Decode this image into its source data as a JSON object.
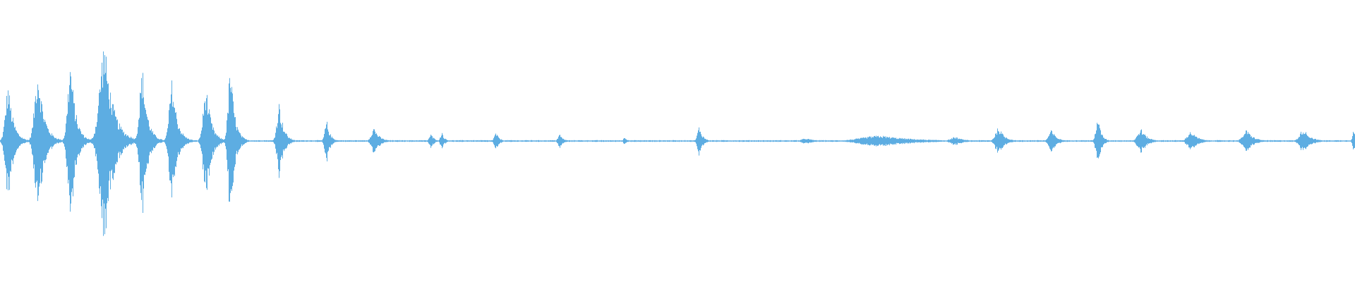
{
  "waveform": {
    "color": "#5dade2",
    "background": "#ffffff",
    "bursts": [
      {
        "t": 0.006,
        "amp": 0.42,
        "w": 0.006
      },
      {
        "t": 0.028,
        "amp": 0.55,
        "w": 0.007
      },
      {
        "t": 0.052,
        "amp": 0.59,
        "w": 0.006
      },
      {
        "t": 0.077,
        "amp": 0.74,
        "w": 0.01
      },
      {
        "t": 0.105,
        "amp": 0.54,
        "w": 0.006
      },
      {
        "t": 0.127,
        "amp": 0.46,
        "w": 0.006
      },
      {
        "t": 0.152,
        "amp": 0.41,
        "w": 0.006
      },
      {
        "t": 0.17,
        "amp": 0.55,
        "w": 0.005
      },
      {
        "t": 0.206,
        "amp": 0.29,
        "w": 0.005
      },
      {
        "t": 0.241,
        "amp": 0.15,
        "w": 0.004
      },
      {
        "t": 0.276,
        "amp": 0.1,
        "w": 0.006
      },
      {
        "t": 0.318,
        "amp": 0.05,
        "w": 0.004
      },
      {
        "t": 0.326,
        "amp": 0.07,
        "w": 0.003
      },
      {
        "t": 0.366,
        "amp": 0.06,
        "w": 0.004
      },
      {
        "t": 0.413,
        "amp": 0.05,
        "w": 0.004
      },
      {
        "t": 0.461,
        "amp": 0.03,
        "w": 0.003
      },
      {
        "t": 0.516,
        "amp": 0.11,
        "w": 0.004
      },
      {
        "t": 0.595,
        "amp": 0.02,
        "w": 0.01
      },
      {
        "t": 0.65,
        "amp": 0.04,
        "w": 0.04
      },
      {
        "t": 0.705,
        "amp": 0.03,
        "w": 0.01
      },
      {
        "t": 0.737,
        "amp": 0.1,
        "w": 0.007
      },
      {
        "t": 0.776,
        "amp": 0.08,
        "w": 0.006
      },
      {
        "t": 0.81,
        "amp": 0.18,
        "w": 0.004
      },
      {
        "t": 0.842,
        "amp": 0.09,
        "w": 0.007
      },
      {
        "t": 0.879,
        "amp": 0.07,
        "w": 0.008
      },
      {
        "t": 0.92,
        "amp": 0.08,
        "w": 0.008
      },
      {
        "t": 0.962,
        "amp": 0.09,
        "w": 0.008
      },
      {
        "t": 0.999,
        "amp": 0.08,
        "w": 0.003
      }
    ]
  }
}
